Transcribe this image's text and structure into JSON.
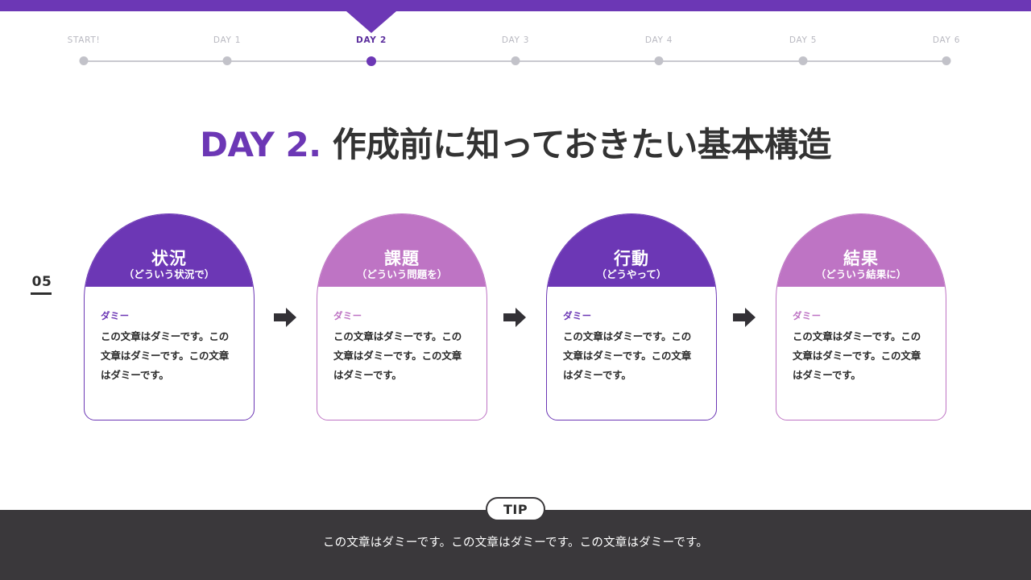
{
  "theme": {
    "purple": "#6C37B5",
    "pink": "#BE74C4",
    "dark": "#3A383B",
    "muted_gray": "#b9b9c1"
  },
  "timeline": {
    "nodes": [
      {
        "label": "START!",
        "active": false
      },
      {
        "label": "DAY 1",
        "active": false
      },
      {
        "label": "DAY 2",
        "active": true
      },
      {
        "label": "DAY 3",
        "active": false
      },
      {
        "label": "DAY 4",
        "active": false
      },
      {
        "label": "DAY 5",
        "active": false
      },
      {
        "label": "DAY 6",
        "active": false
      }
    ]
  },
  "title": {
    "day": "DAY 2.",
    "main": "作成前に知っておきたい基本構造"
  },
  "page_number": "05",
  "cards": [
    {
      "title": "状況",
      "subtitle": "（どういう状況で）",
      "kicker": "ダミー",
      "text": "この文章はダミーです。この文章はダミーです。この文章はダミーです。",
      "accent": "purple"
    },
    {
      "title": "課題",
      "subtitle": "（どういう問題を）",
      "kicker": "ダミー",
      "text": "この文章はダミーです。この文章はダミーです。この文章はダミーです。",
      "accent": "pink"
    },
    {
      "title": "行動",
      "subtitle": "（どうやって）",
      "kicker": "ダミー",
      "text": "この文章はダミーです。この文章はダミーです。この文章はダミーです。",
      "accent": "purple"
    },
    {
      "title": "結果",
      "subtitle": "（どういう結果に）",
      "kicker": "ダミー",
      "text": "この文章はダミーです。この文章はダミーです。この文章はダミーです。",
      "accent": "pink"
    }
  ],
  "arrows": {
    "count": 3,
    "icon": "arrow-right-icon"
  },
  "footer": {
    "tip_label": "TIP",
    "text": "この文章はダミーです。この文章はダミーです。この文章はダミーです。"
  }
}
